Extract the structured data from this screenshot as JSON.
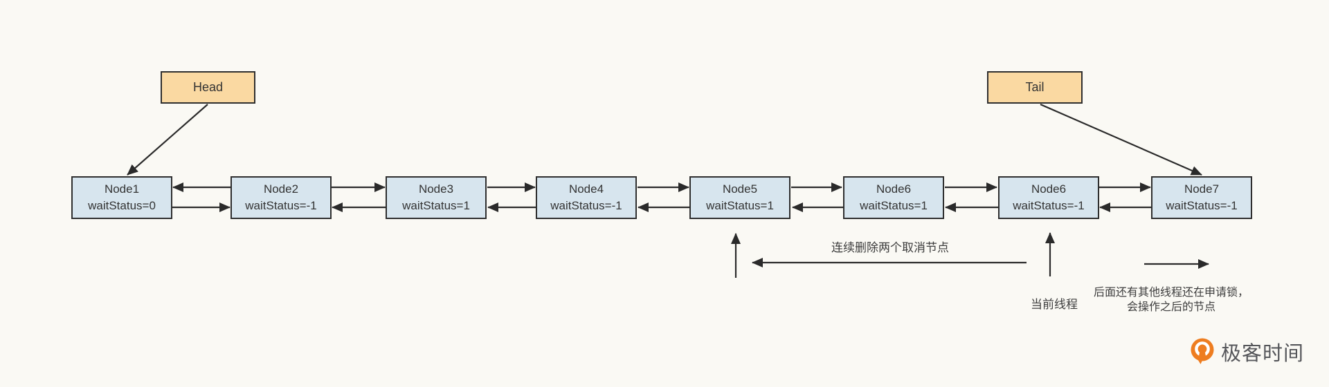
{
  "diagram": {
    "head_label": "Head",
    "tail_label": "Tail",
    "nodes": [
      {
        "title": "Node1",
        "status": "waitStatus=0"
      },
      {
        "title": "Node2",
        "status": "waitStatus=-1"
      },
      {
        "title": "Node3",
        "status": "waitStatus=1"
      },
      {
        "title": "Node4",
        "status": "waitStatus=-1"
      },
      {
        "title": "Node5",
        "status": "waitStatus=1"
      },
      {
        "title": "Node6",
        "status": "waitStatus=1"
      },
      {
        "title": "Node6",
        "status": "waitStatus=-1"
      },
      {
        "title": "Node7",
        "status": "waitStatus=-1"
      }
    ],
    "annotations": {
      "delete_note": "连续删除两个取消节点",
      "current_thread": "当前线程",
      "other_threads_line1": "后面还有其他线程还在申请锁，",
      "other_threads_line2": "会操作之后的节点"
    },
    "colors": {
      "background": "#faf9f4",
      "node_fill": "#d7e5ee",
      "pointer_fill": "#fad9a2",
      "border": "#2e2e2e",
      "arrow": "#2a2a2a",
      "logo_orange": "#ee7d20",
      "logo_text_color": "#55565a"
    }
  },
  "branding": {
    "logo_text": "极客时间",
    "logo_icon": "geektime-pin-icon"
  }
}
